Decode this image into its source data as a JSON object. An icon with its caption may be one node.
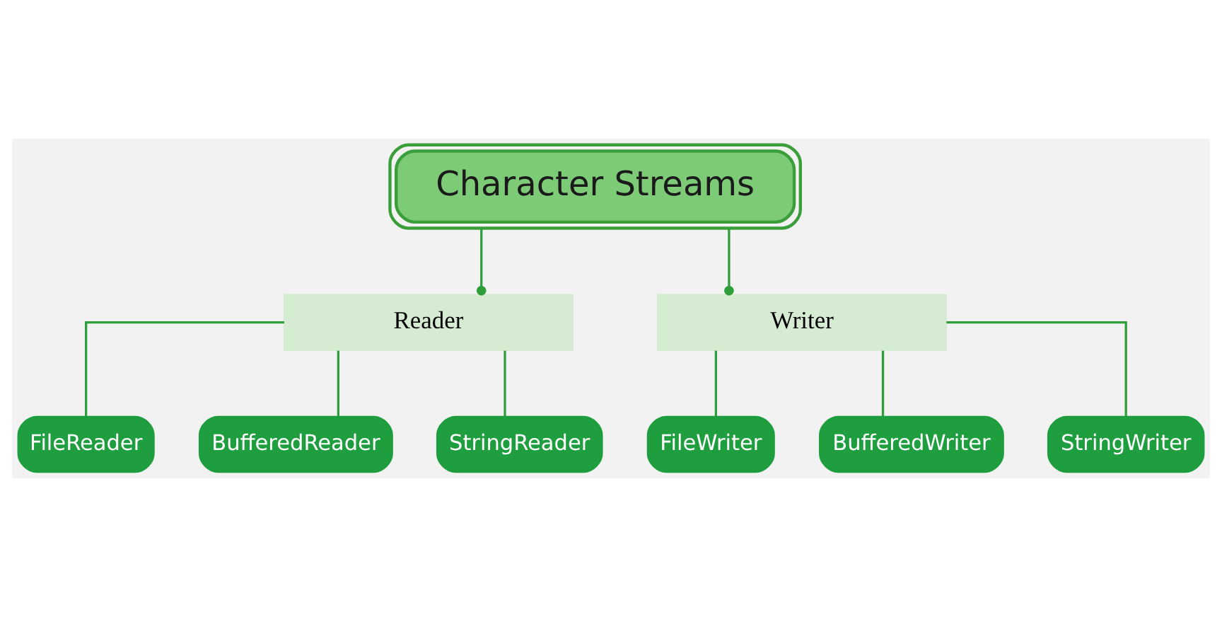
{
  "diagram": {
    "nodes": [
      {
        "text": [
          "Character Streams"
        ]
      },
      {
        "text": [
          "Reader"
        ]
      },
      {
        "text": [
          "Writer"
        ]
      },
      {
        "text": [
          "FileReader"
        ]
      },
      {
        "text": [
          "BufferedReader"
        ]
      },
      {
        "text": [
          "StringReader"
        ]
      },
      {
        "text": [
          "FileWriter"
        ]
      },
      {
        "text": [
          "BufferedWriter"
        ]
      },
      {
        "text": [
          "StringWriter"
        ]
      }
    ],
    "edges": [
      {
        "from": 0,
        "to": 1,
        "arrow": "other"
      },
      {
        "from": 0,
        "to": 2,
        "arrow": "other"
      },
      {
        "from": 1,
        "to": 3,
        "arrow": "none"
      },
      {
        "from": 1,
        "to": 4,
        "arrow": "none"
      },
      {
        "from": 1,
        "to": 5,
        "arrow": "none"
      },
      {
        "from": 2,
        "to": 6,
        "arrow": "none"
      },
      {
        "from": 2,
        "to": 7,
        "arrow": "none"
      },
      {
        "from": 2,
        "to": 8,
        "arrow": "none"
      }
    ]
  }
}
